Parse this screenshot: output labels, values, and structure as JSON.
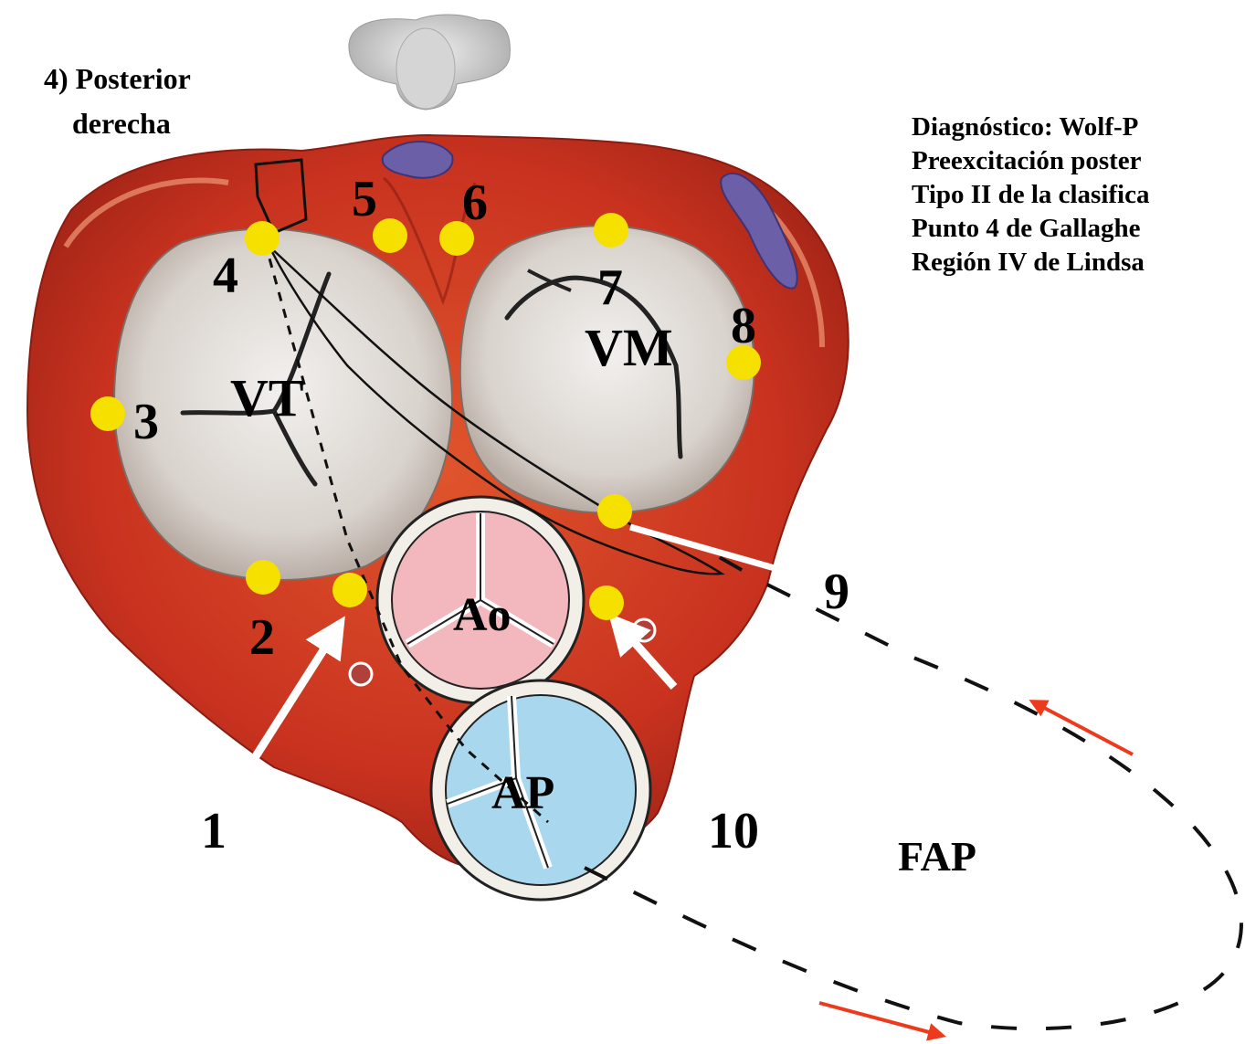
{
  "view_label": [
    "4) Posterior",
    "derecha"
  ],
  "diagnosis_lines": [
    "Diagnóstico: Wolf-P",
    "Preexcitación poster",
    "Tipo II de la clasifica",
    "Punto 4 de Gallaghe",
    "Región IV de Lindsa"
  ],
  "valve_labels": {
    "tricuspid": "VT",
    "mitral": "VM",
    "aortic": "Ao",
    "pulmonary": "AP"
  },
  "catheter_label": "FAP",
  "points": [
    "1",
    "2",
    "3",
    "4",
    "5",
    "6",
    "7",
    "8",
    "9",
    "10"
  ],
  "colors": {
    "marker": "#f5e000",
    "arrow_red": "#ee3a1c",
    "aortic_fill": "#f3b8be",
    "pulmonary_fill": "#a9d8ee",
    "myocardium": "#c8321f",
    "valve_ring": "#d4cfc9"
  },
  "icons": [
    "heart-orientation-icon"
  ]
}
